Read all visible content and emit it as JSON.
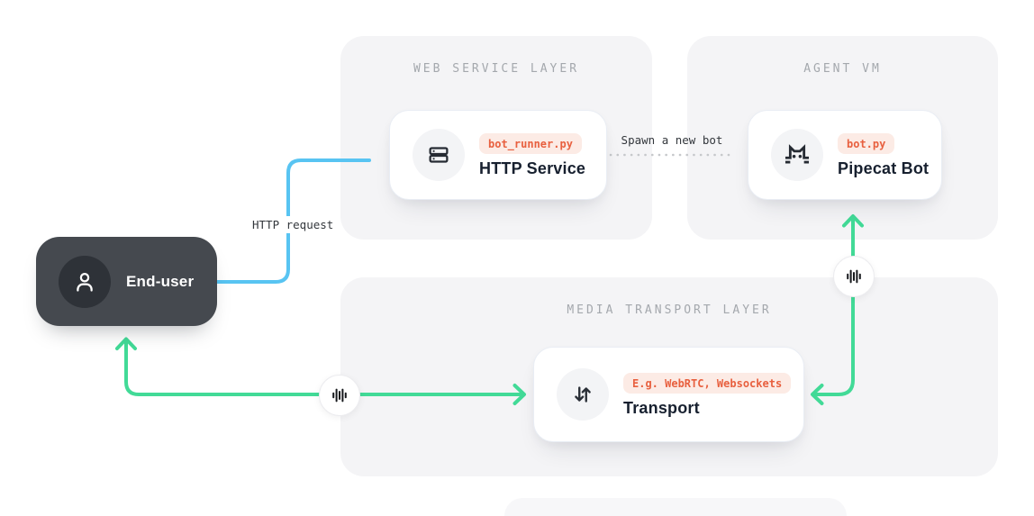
{
  "panels": {
    "web_service": {
      "title": "WEB SERVICE LAYER"
    },
    "agent_vm": {
      "title": "AGENT VM"
    },
    "media_transport": {
      "title": "MEDIA TRANSPORT LAYER"
    }
  },
  "nodes": {
    "http_service": {
      "badge": "bot_runner.py",
      "title": "HTTP Service",
      "icon": "server-icon"
    },
    "pipecat_bot": {
      "badge": "bot.py",
      "title": "Pipecat Bot",
      "icon": "pipecat-cat-icon"
    },
    "transport": {
      "badge": "E.g. WebRTC, Websockets",
      "title": "Transport",
      "icon": "up-down-arrows-icon"
    },
    "end_user": {
      "title": "End-user",
      "icon": "user-icon"
    }
  },
  "edge_labels": {
    "http_request": "HTTP request",
    "spawn_bot": "Spawn a new bot"
  },
  "icons": {
    "media_chip": "audio-waveform-icon"
  },
  "colors": {
    "blue": "#58c4f2",
    "green": "#42da97",
    "dotted": "#c6c8cb",
    "badge_text": "#e8603f",
    "badge_bg": "#fcebe5",
    "panel_bg": "#f4f4f6",
    "panel_title_text": "#a4a8ad",
    "card_title_text": "#17202f",
    "end_user_bg": "#45494f"
  }
}
